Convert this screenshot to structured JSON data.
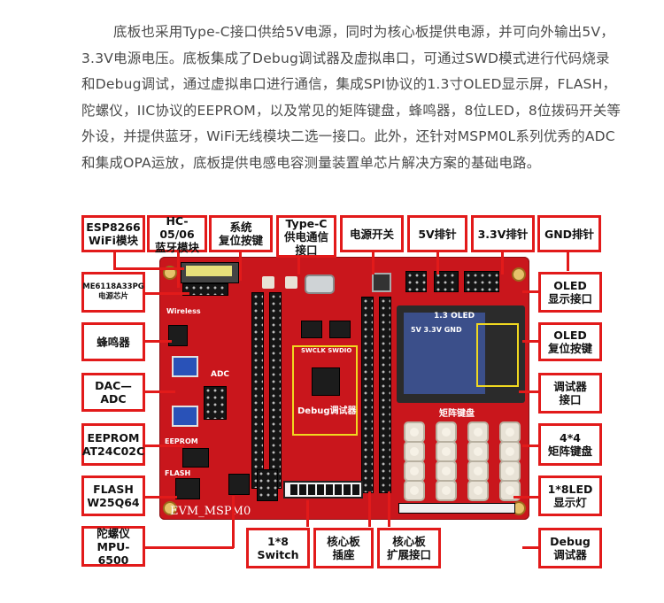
{
  "paragraph": "底板也采用Type-C接口供给5V电源，同时为核心板提供电源，并可向外输出5V，3.3V电源电压。底板集成了Debug调试器及虚拟串口，可通过SWD模式进行代码烧录和Debug调试，通过虚拟串口进行通信，集成SPI协议的1.3寸OLED显示屏，FLASH，陀螺仪，IIC协议的EEPROM，以及常见的矩阵键盘，蜂鸣器，8位LED，8位拨码开关等外设，并提供蓝牙，WiFi无线模块二选一接口。此外，还针对MSPM0L系列优秀的ADC和集成OPA运放，底板提供电感电容测量装置单芯片解决方案的基础电路。",
  "labels": {
    "esp8266": "ESP8266\nWiFi模块",
    "hc05": "HC-05/06\n蓝牙模块",
    "reset": "系统\n复位按键",
    "typec": "Type-C\n供电通信\n接口",
    "power_switch": "电源开关",
    "pin5v": "5V排针",
    "pin33v": "3.3V排针",
    "gnd": "GND排针",
    "power_chip": "ME6118A33PG\n电源芯片",
    "buzzer": "蜂鸣器",
    "dac_adc": "DAC—ADC",
    "eeprom": "EEPROM\nAT24C02C",
    "flash": "FLASH\nW25Q64",
    "gyro": "陀螺仪\nMPU-6500",
    "switch": "1*8\nSwitch",
    "socket": "核心板\n插座",
    "expansion": "核心板\n扩展接口",
    "debug": "Debug\n调试器",
    "oled_if": "OLED\n显示接口",
    "oled_reset": "OLED\n复位按键",
    "dbg_if": "调试器\n接口",
    "keypad": "4*4\n矩阵键盘",
    "led": "1*8LED\n显示灯"
  },
  "board": {
    "brand": "EVM_MSPM0",
    "silk": {
      "wireless": "Wireless",
      "adc": "ADC",
      "eeprom": "EEPROM",
      "flash": "FLASH",
      "swclk": "SWCLK SWDIO",
      "debug": "Debug调试器",
      "oled": "1.3 OLED",
      "oled_pins": "5V  3.3V  GND",
      "keypad": "矩阵键盘"
    }
  }
}
